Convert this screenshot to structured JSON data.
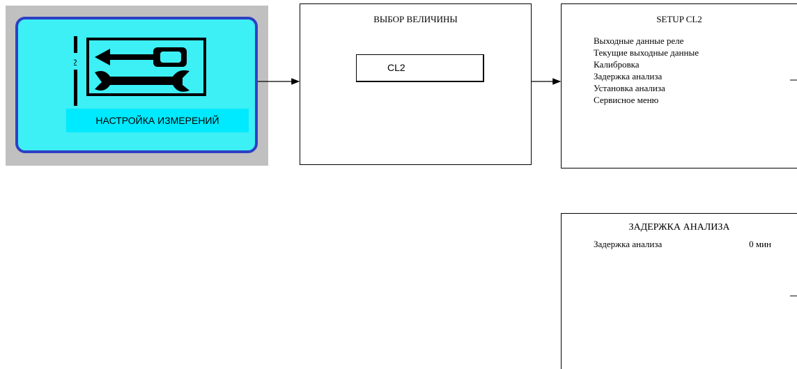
{
  "icon_panel": {
    "label": "НАСТРОЙКА ИЗМЕРЕНИЙ",
    "graphic_digit": "2",
    "icon": "tools-icon",
    "colors": {
      "background": "#3cf0f5",
      "border": "#2e3fc4",
      "label_bg": "#00eaff"
    }
  },
  "select_box": {
    "title": "ВЫБОР ВЕЛИЧИНЫ",
    "field_value": "CL2"
  },
  "setup_box": {
    "title": "SETUP CL2",
    "items": [
      "Выходные данные реле",
      "Текущие выходные данные",
      "Калибровка",
      "Задержка анализа",
      "Установка анализа",
      "Сервисное меню"
    ]
  },
  "delay_box": {
    "title": "ЗАДЕРЖКА АНАЛИЗА",
    "row_label": "Задержка анализа",
    "row_value": "0 мин"
  }
}
